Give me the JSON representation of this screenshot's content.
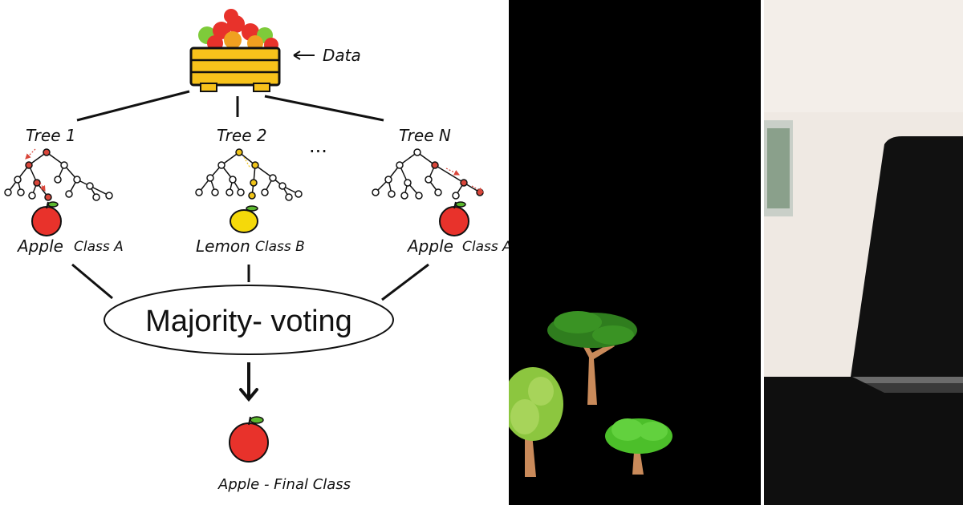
{
  "diagram": {
    "data_label": "Data",
    "ellipsis": "...",
    "trees": [
      {
        "label": "Tree 1",
        "prediction": "Apple",
        "class": "Class A",
        "fruit_icon": "apple-icon"
      },
      {
        "label": "Tree 2",
        "prediction": "Lemon",
        "class": "Class B",
        "fruit_icon": "lemon-icon"
      },
      {
        "label": "Tree N",
        "prediction": "Apple",
        "class": "Class A",
        "fruit_icon": "apple-icon"
      }
    ],
    "voting_label": "Majority- voting",
    "final_label": "Apple - Final Class",
    "colors": {
      "apple_red": "#e8322b",
      "lemon_yellow": "#f5d90a",
      "crate_yellow": "#f7c21b",
      "path_red": "#d9463a",
      "path_yellow": "#f0c419",
      "ink": "#111111"
    }
  },
  "middle_panel": {
    "background": "#000000",
    "icons": [
      "tree-icon",
      "tree-icon",
      "tree-icon"
    ]
  },
  "photo_panel": {
    "subject": "laptop-on-desk-photo",
    "background": "#efe9e3"
  }
}
